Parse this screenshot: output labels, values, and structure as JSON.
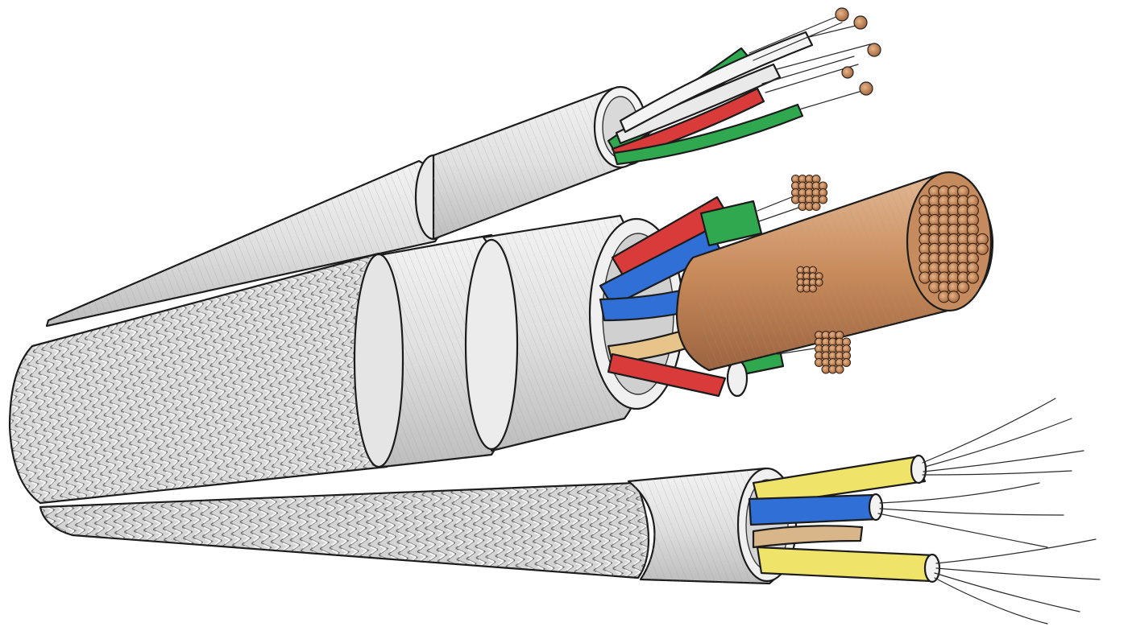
{
  "scene": {
    "subject": "multi-core-cable-cutaway",
    "style": "hand-drawn-ink-with-color",
    "cables": [
      {
        "name": "upper-sheathed-cable",
        "conductor_colors": [
          "#2fa84f",
          "#d93b3b",
          "#e8e8e8",
          "#c98b5a"
        ]
      },
      {
        "name": "middle-braided-cable",
        "conductor_colors": [
          "#d93b3b",
          "#2f6fd6",
          "#2fa84f",
          "#c98b5a"
        ]
      },
      {
        "name": "lower-braided-cable",
        "conductor_colors": [
          "#f0e36a",
          "#2f6fd6",
          "#d9b58a",
          "#e6e6e6"
        ]
      }
    ],
    "colors": {
      "background": "#ffffff",
      "sheath": "#dedede",
      "braid": "#cfcfcf",
      "copper": "#c98b5a",
      "core_jacket": "#c79a78",
      "ink": "#1c1c1c"
    }
  }
}
